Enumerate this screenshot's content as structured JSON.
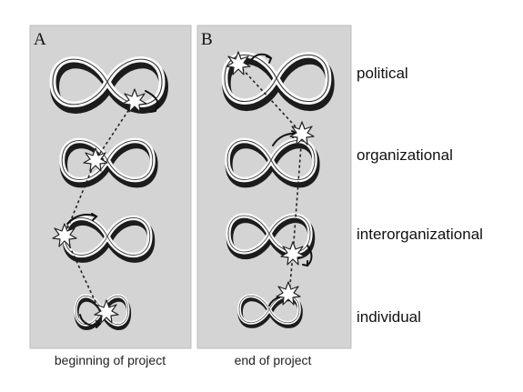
{
  "panels": [
    {
      "letter": "A",
      "caption": "beginning of project"
    },
    {
      "letter": "B",
      "caption": "end of project"
    }
  ],
  "levels": [
    "political",
    "organizational",
    "interorganizational",
    "individual"
  ],
  "colors": {
    "panel_background": "#d4d4d4",
    "ribbon_light": "#fbfbfb",
    "ribbon_dark": "#1c1c1c"
  },
  "icons": [
    "infinity-loop-icon",
    "star-burst-icon",
    "curved-arrow-icon"
  ]
}
